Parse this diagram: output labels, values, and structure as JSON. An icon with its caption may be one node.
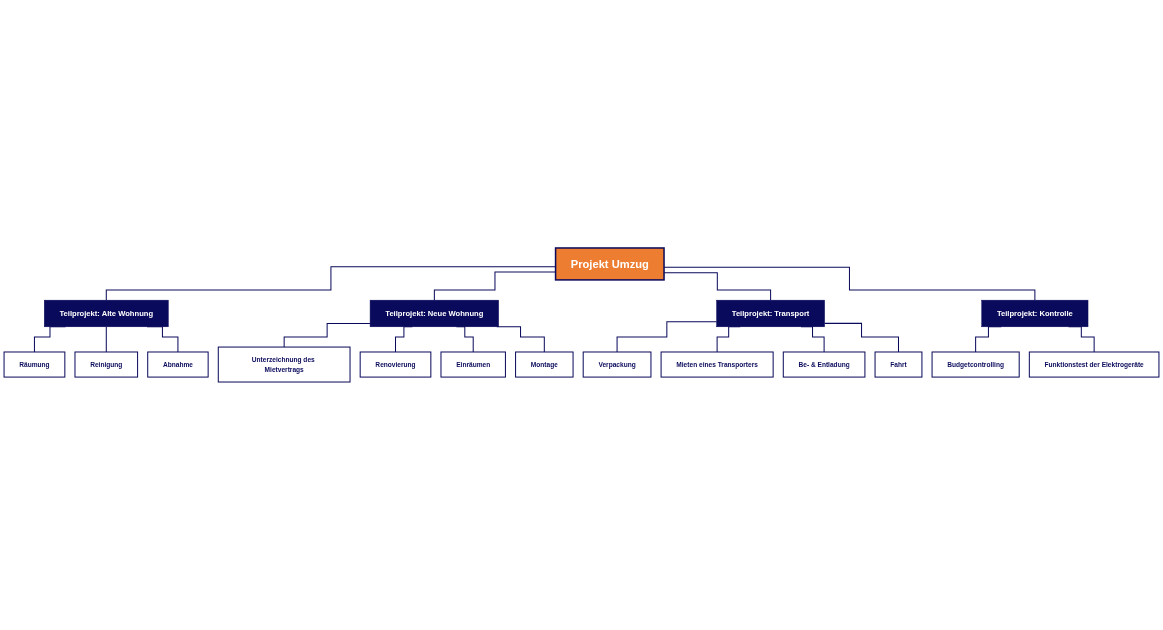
{
  "diagram": {
    "nodes": [
      {
        "text": [
          "Projekt Umzug"
        ]
      },
      {
        "text": [
          "Teilprojekt: Alte Wohnung"
        ]
      },
      {
        "text": [
          "Teilprojekt: Neue Wohnung"
        ]
      },
      {
        "text": [
          "Teilprojekt: Transport"
        ]
      },
      {
        "text": [
          "Teilprojekt: Kontrolle"
        ]
      },
      {
        "text": [
          "Räumung"
        ]
      },
      {
        "text": [
          "Reinigung"
        ]
      },
      {
        "text": [
          "Abnahme"
        ]
      },
      {
        "text": [
          "Unterzeichnung des Mietvertrags"
        ]
      },
      {
        "text": [
          "Renovierung"
        ]
      },
      {
        "text": [
          "Einräumen"
        ]
      },
      {
        "text": [
          "Montage"
        ]
      },
      {
        "text": [
          "Verpackung"
        ]
      },
      {
        "text": [
          "Mieten eines Transporters"
        ]
      },
      {
        "text": [
          "Be- & Entladung"
        ]
      },
      {
        "text": [
          "Fahrt"
        ]
      },
      {
        "text": [
          "Budgetcontrolling"
        ]
      },
      {
        "text": [
          "Funktionstest der Elektrogeräte"
        ]
      }
    ],
    "edges": [
      {
        "from": 0,
        "to": 1,
        "arrow": "none"
      },
      {
        "from": 0,
        "to": 2,
        "arrow": "none"
      },
      {
        "from": 0,
        "to": 3,
        "arrow": "none"
      },
      {
        "from": 0,
        "to": 4,
        "arrow": "none"
      },
      {
        "from": 1,
        "to": 5,
        "arrow": "none"
      },
      {
        "from": 1,
        "to": 6,
        "arrow": "none"
      },
      {
        "from": 1,
        "to": 7,
        "arrow": "none"
      },
      {
        "from": 2,
        "to": 8,
        "arrow": "none"
      },
      {
        "from": 2,
        "to": 9,
        "arrow": "none"
      },
      {
        "from": 2,
        "to": 10,
        "arrow": "none"
      },
      {
        "from": 2,
        "to": 11,
        "arrow": "none"
      },
      {
        "from": 3,
        "to": 12,
        "arrow": "none"
      },
      {
        "from": 3,
        "to": 13,
        "arrow": "none"
      },
      {
        "from": 3,
        "to": 14,
        "arrow": "none"
      },
      {
        "from": 3,
        "to": 15,
        "arrow": "none"
      },
      {
        "from": 4,
        "to": 16,
        "arrow": "none"
      },
      {
        "from": 4,
        "to": 17,
        "arrow": "none"
      }
    ]
  }
}
